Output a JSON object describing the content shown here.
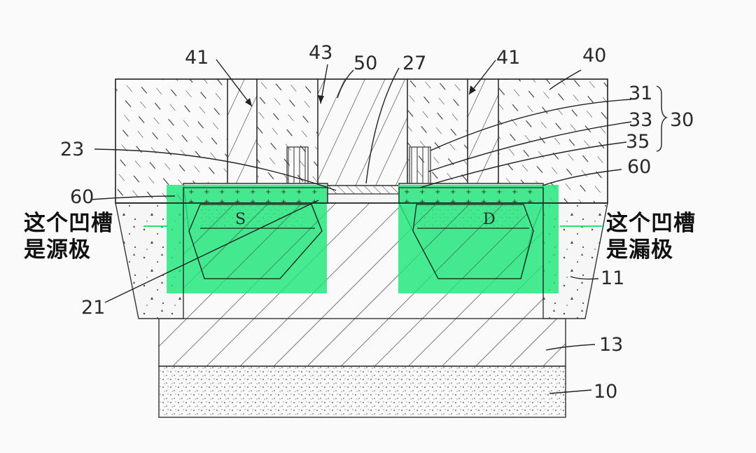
{
  "labels": {
    "n41_left": "41",
    "n43": "43",
    "n50": "50",
    "n27": "27",
    "n41_right": "41",
    "n40": "40",
    "n31": "31",
    "n33": "33",
    "n35": "35",
    "n30": "30",
    "n23": "23",
    "n60_right": "60",
    "n60_left": "60",
    "n21": "21",
    "n11": "11",
    "n13": "13",
    "n10": "10",
    "source_letter": "S",
    "drain_letter": "D"
  },
  "captions": {
    "left_line1": "这个凹槽",
    "left_line2": "是源极",
    "right_line1": "这个凹槽",
    "right_line2": "是漏极"
  },
  "colors": {
    "highlight": "#1fe77a",
    "ink": "#2a2a2a",
    "background": "#fafafa"
  }
}
